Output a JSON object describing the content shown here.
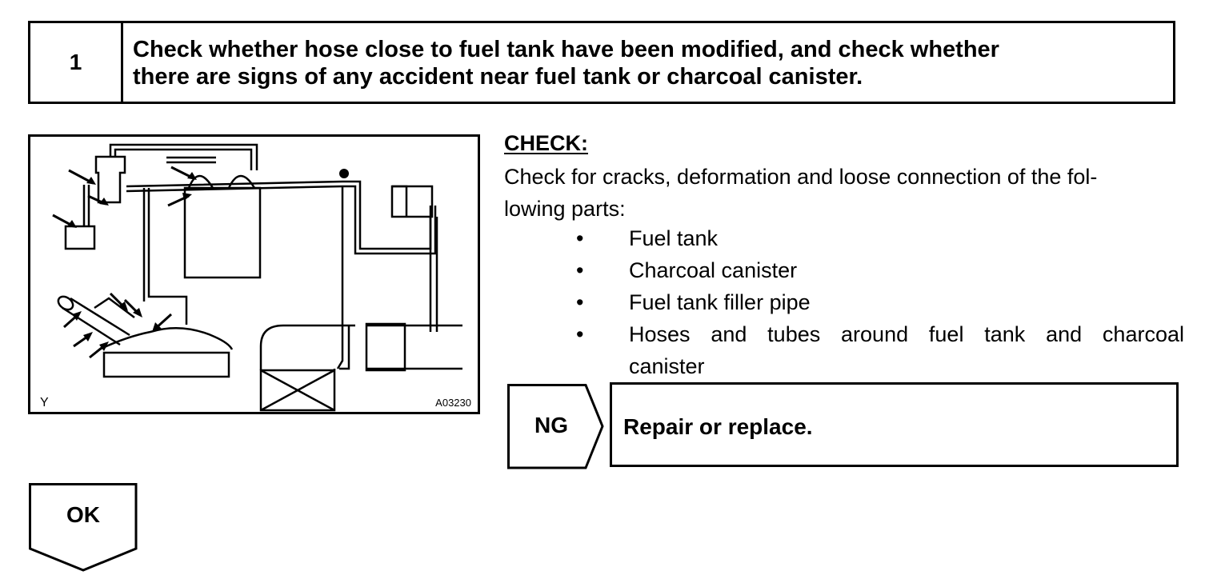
{
  "step": {
    "number": "1",
    "title_line1": "Check whether hose close to fuel tank have been modified, and check whether",
    "title_line2": "there are signs of any accident near fuel tank or charcoal canister."
  },
  "figure": {
    "corner_letter": "Y",
    "code": "A03230"
  },
  "check": {
    "heading": "CHECK:",
    "text_line1": "Check for cracks, deformation and loose connection of the fol-",
    "text_line2": "lowing parts:",
    "bullet_symbol": "•",
    "parts": [
      "Fuel tank",
      "Charcoal canister",
      "Fuel tank filler pipe",
      "Hoses and tubes around fuel tank and charcoal",
      "canister"
    ]
  },
  "ng": {
    "label": "NG",
    "action": "Repair or replace."
  },
  "ok": {
    "label": "OK"
  }
}
